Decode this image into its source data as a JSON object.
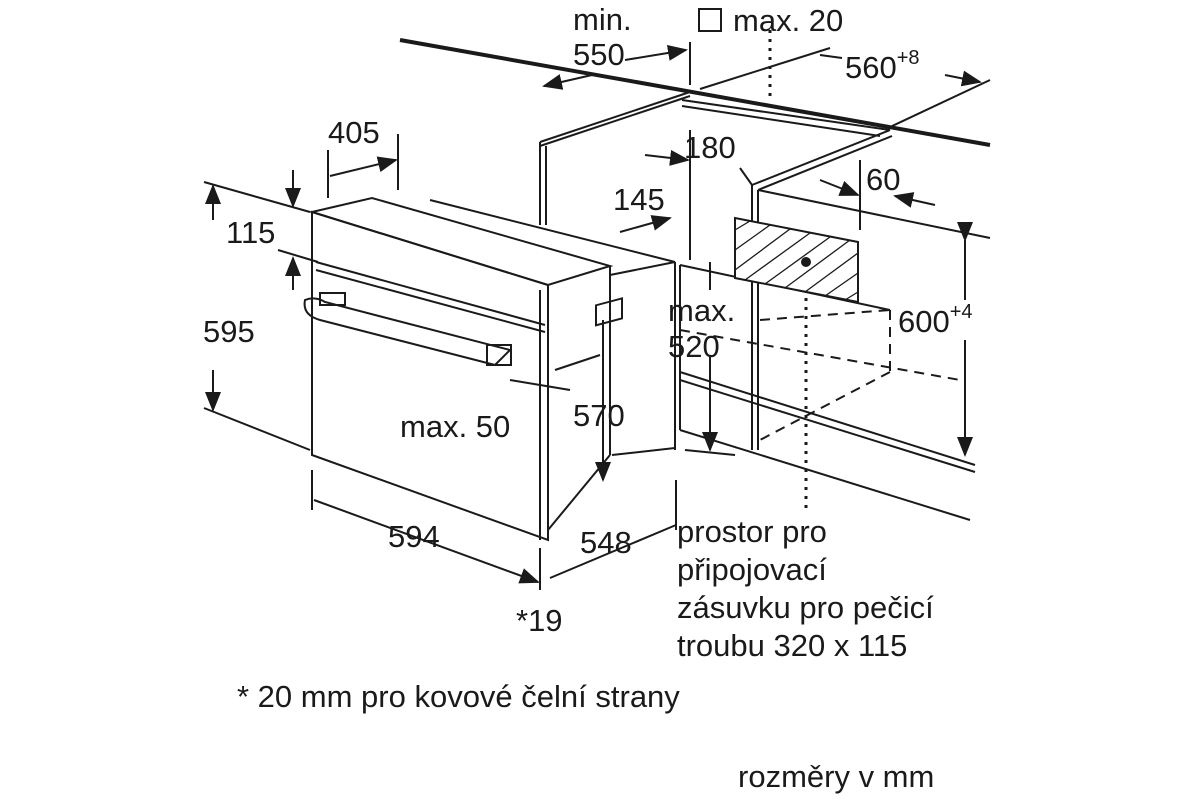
{
  "dimensions": {
    "min_label": "min.",
    "d550": "550",
    "max20": "max. 20",
    "d560": "560",
    "d560_tol": "+8",
    "d405": "405",
    "d180": "180",
    "d145": "145",
    "d60": "60",
    "d115": "115",
    "d595": "595",
    "max_label": "max.",
    "d520": "520",
    "d600": "600",
    "d600_tol": "+4",
    "max50": "max. 50",
    "d570": "570",
    "d594": "594",
    "d548": "548",
    "d19": "*19"
  },
  "notes": {
    "socket_lines": [
      "prostor pro",
      "připojovací",
      "zásuvku pro pečicí",
      "troubu 320 x 115"
    ],
    "footnote": "* 20 mm pro kovové čelní strany",
    "units": "rozměry v mm"
  }
}
